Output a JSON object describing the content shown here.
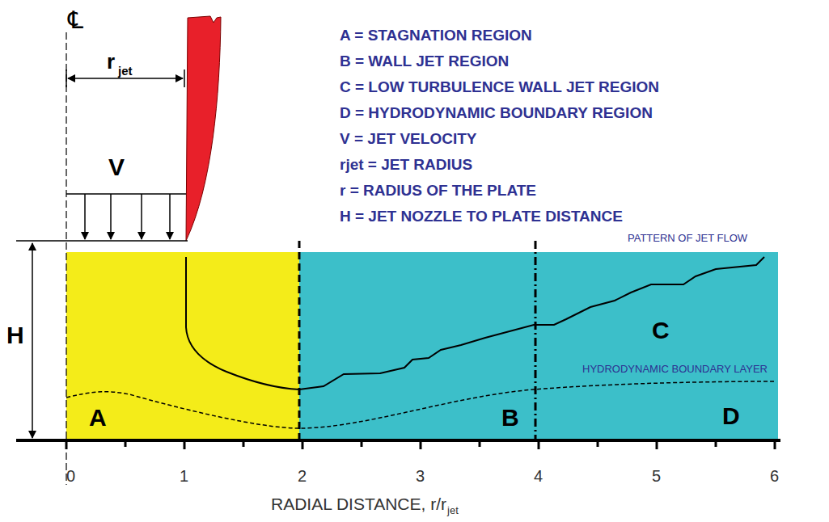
{
  "diagram": {
    "nodes": [
      {
        "text": [
          "A"
        ]
      },
      {
        "text": [
          "B",
          "C",
          "D"
        ]
      }
    ],
    "labels": [
      "℄",
      "r",
      "jet",
      "V",
      "H",
      "A = STAGNATION REGION",
      "B = WALL JET REGION",
      "C = LOW TURBULENCE WALL JET REGION",
      "D = HYDRODYNAMIC BOUNDARY REGION",
      "V = JET VELOCITY",
      "rjet = JET RADIUS",
      "r = RADIUS OF THE PLATE",
      "H = JET NOZZLE TO PLATE DISTANCE",
      "PATTERN OF JET FLOW",
      "HYDRODYNAMIC BOUNDARY LAYER",
      "0",
      "1",
      "2",
      "3",
      "4",
      "5",
      "6",
      "RADIAL DISTANCE, r/r",
      "jet"
    ]
  }
}
